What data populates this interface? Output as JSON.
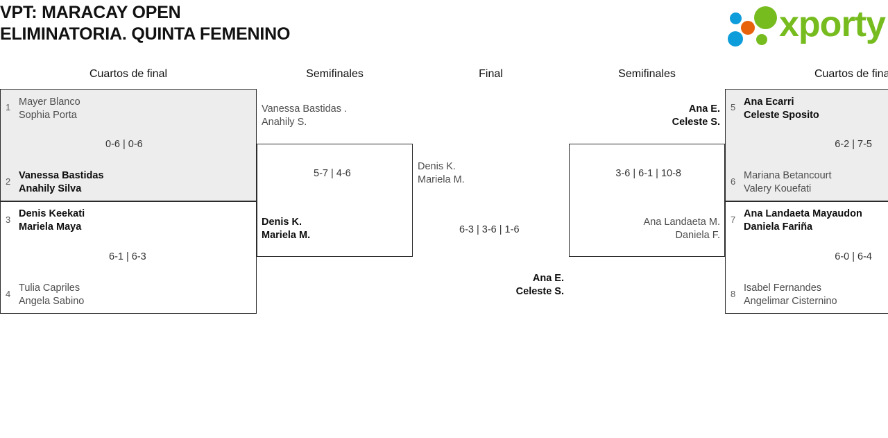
{
  "header": {
    "title_line1": "VPT: MARACAY OPEN",
    "title_line2": "ELIMINATORIA. QUINTA FEMENINO"
  },
  "brand": {
    "wordmark": "xporty",
    "green": "#77bc1f",
    "blue": "#0d9ddb",
    "orange": "#e8620c"
  },
  "rounds": {
    "qf_left": "Cuartos de final",
    "sf_left": "Semifinales",
    "final": "Final",
    "sf_right": "Semifinales",
    "qf_right": "Cuartos de final"
  },
  "bracket": {
    "qf_left": [
      {
        "shaded": true,
        "top": {
          "seed": "1",
          "p1": "Mayer Blanco",
          "p2": "Sophia Porta",
          "result": "loser"
        },
        "score": "0-6 | 0-6",
        "bottom": {
          "seed": "2",
          "p1": "Vanessa Bastidas",
          "p2": "Anahily Silva",
          "result": "winner"
        }
      },
      {
        "shaded": false,
        "top": {
          "seed": "3",
          "p1": "Denis Keekati",
          "p2": "Mariela Maya",
          "result": "winner"
        },
        "score": "6-1 | 6-3",
        "bottom": {
          "seed": "4",
          "p1": "Tulia Capriles",
          "p2": "Angela Sabino",
          "result": "loser"
        }
      }
    ],
    "sf_left": {
      "top": {
        "p1": "Vanessa Bastidas .",
        "p2": "Anahily S.",
        "result": "loser"
      },
      "score": "5-7 | 4-6",
      "bottom": {
        "p1": "Denis K.",
        "p2": "Mariela M.",
        "result": "winner"
      }
    },
    "final": {
      "top": {
        "p1": "Denis K.",
        "p2": "Mariela M.",
        "result": "loser"
      },
      "score": "6-3 | 3-6 | 1-6",
      "bottom": {
        "p1": "Ana E.",
        "p2": "Celeste S.",
        "result": "winner"
      }
    },
    "sf_right": {
      "top": {
        "p1": "Ana E.",
        "p2": "Celeste S.",
        "result": "winner"
      },
      "score": "3-6 | 6-1 | 10-8",
      "bottom": {
        "p1": "Ana Landaeta M.",
        "p2": "Daniela F.",
        "result": "loser"
      }
    },
    "qf_right": [
      {
        "shaded": true,
        "top": {
          "seed": "5",
          "p1": "Ana Ecarri",
          "p2": "Celeste Sposito",
          "result": "winner"
        },
        "score": "6-2 | 7-5",
        "bottom": {
          "seed": "6",
          "p1": "Mariana Betancourt",
          "p2": "Valery Kouefati",
          "result": "loser"
        }
      },
      {
        "shaded": false,
        "top": {
          "seed": "7",
          "p1": "Ana Landaeta Mayaudon",
          "p2": "Daniela Fariña",
          "result": "winner"
        },
        "score": "6-0 | 6-4",
        "bottom": {
          "seed": "8",
          "p1": "Isabel Fernandes",
          "p2": "Angelimar Cisternino",
          "result": "loser"
        }
      }
    ]
  }
}
